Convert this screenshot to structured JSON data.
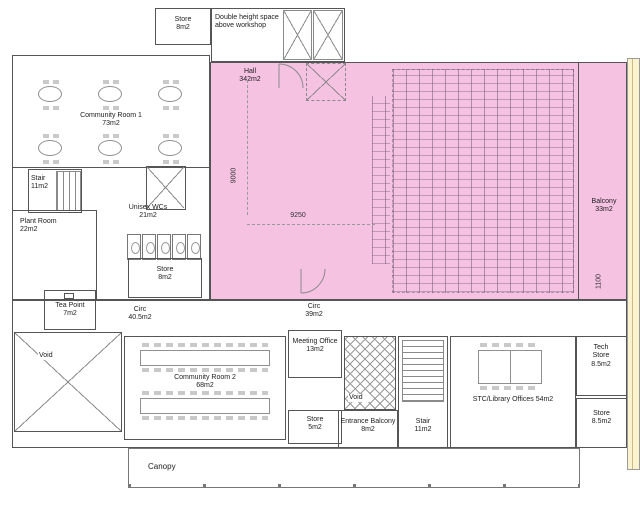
{
  "colors": {
    "hall_highlight": "#f6c2e2",
    "side_strip": "#fbf2ce",
    "wall": "#555555"
  },
  "rooms": {
    "store_top": {
      "name": "Store",
      "area": "8m2"
    },
    "double_height": {
      "name": "Double height space above workshop"
    },
    "community_room_1": {
      "name": "Community Room 1",
      "area": "73m2"
    },
    "hall": {
      "name": "Hall",
      "area": "342m2"
    },
    "stair_1": {
      "name": "Stair",
      "area": "11m2"
    },
    "unisex_wcs": {
      "name": "Unisex WCs",
      "area": "21m2"
    },
    "plant_room": {
      "name": "Plant Room",
      "area": "22m2"
    },
    "store_mid": {
      "name": "Store",
      "area": "8m2"
    },
    "tea_point": {
      "name": "Tea Point",
      "area": "7m2"
    },
    "balcony": {
      "name": "Balcony",
      "area": "33m2"
    },
    "circ_1": {
      "name": "Circ",
      "area": "40.5m2"
    },
    "circ_2": {
      "name": "Circ",
      "area": "39m2"
    },
    "void_left": {
      "name": "Void"
    },
    "community_room_2": {
      "name": "Community Room 2",
      "area": "68m2"
    },
    "meeting_office": {
      "name": "Meeting Office",
      "area": "13m2"
    },
    "store_small": {
      "name": "Store",
      "area": "5m2"
    },
    "void_center": {
      "name": "Void"
    },
    "entrance_balcony": {
      "name": "Entrance Balcony",
      "area": "8m2"
    },
    "stair_2": {
      "name": "Stair",
      "area": "11m2"
    },
    "stc_library_offices": {
      "name": "STC/Library Offices",
      "area": "54m2"
    },
    "tech_store": {
      "name": "Tech Store",
      "area": "8.5m2"
    },
    "store_bottom_right": {
      "name": "Store",
      "area": "8.5m2"
    },
    "canopy": {
      "name": "Canopy"
    }
  },
  "dimensions": {
    "hall_depth": "9000",
    "hall_width": "9250",
    "balcony_width": "1100"
  }
}
